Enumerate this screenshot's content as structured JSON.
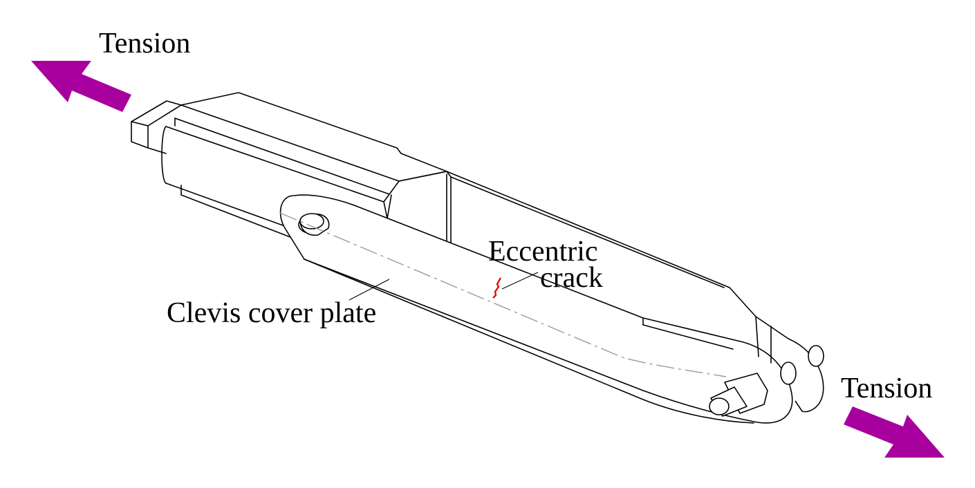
{
  "labels": {
    "tension_left": "Tension",
    "tension_right": "Tension",
    "eccentric": "Eccentric",
    "crack": "crack",
    "clevis": "Clevis cover plate"
  },
  "colors": {
    "arrow": "#a8009e",
    "crack": "#e01010",
    "line": "#000000",
    "centerline": "#9a9a9a"
  }
}
